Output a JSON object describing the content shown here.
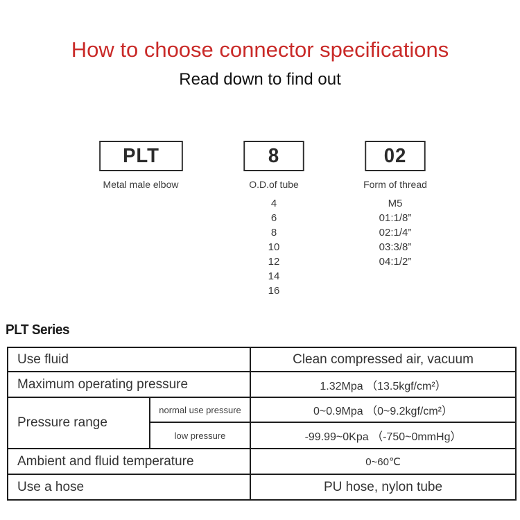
{
  "page": {
    "title": "How to choose connector specifications",
    "subtitle": "Read down to find out"
  },
  "code_builder": {
    "segments": [
      {
        "code": "PLT",
        "label": "Metal male elbow",
        "options": []
      },
      {
        "code": "8",
        "label": "O.D.of tube",
        "options": [
          "4",
          "6",
          "8",
          "10",
          "12",
          "14",
          "16"
        ]
      },
      {
        "code": "02",
        "label": "Form of thread",
        "options": [
          "M5",
          "01:1/8”",
          "02:1/4”",
          "03:3/8”",
          "04:1/2”"
        ]
      }
    ]
  },
  "series": {
    "heading": "PLT Series"
  },
  "spec_table": {
    "rows": [
      {
        "label": "Use fluid",
        "value": "Clean compressed air, vacuum"
      },
      {
        "label": "Maximum operating pressure",
        "value": "1.32Mpa （13.5kgf/cm²）"
      },
      {
        "label": "Pressure range",
        "sub_rows": [
          {
            "label": "normal use pressure",
            "value": "0~0.9Mpa （0~9.2kgf/cm²）"
          },
          {
            "label": "low pressure",
            "value": "-99.99~0Kpa （-750~0mmHg）"
          }
        ]
      },
      {
        "label": "Ambient and fluid temperature",
        "value": "0~60℃"
      },
      {
        "label": "Use a hose",
        "value": "PU hose, nylon tube"
      }
    ]
  },
  "colors": {
    "title_red": "#c92a28",
    "row_beige": "#f3e9d7",
    "border_dark": "#1d1d1d"
  }
}
